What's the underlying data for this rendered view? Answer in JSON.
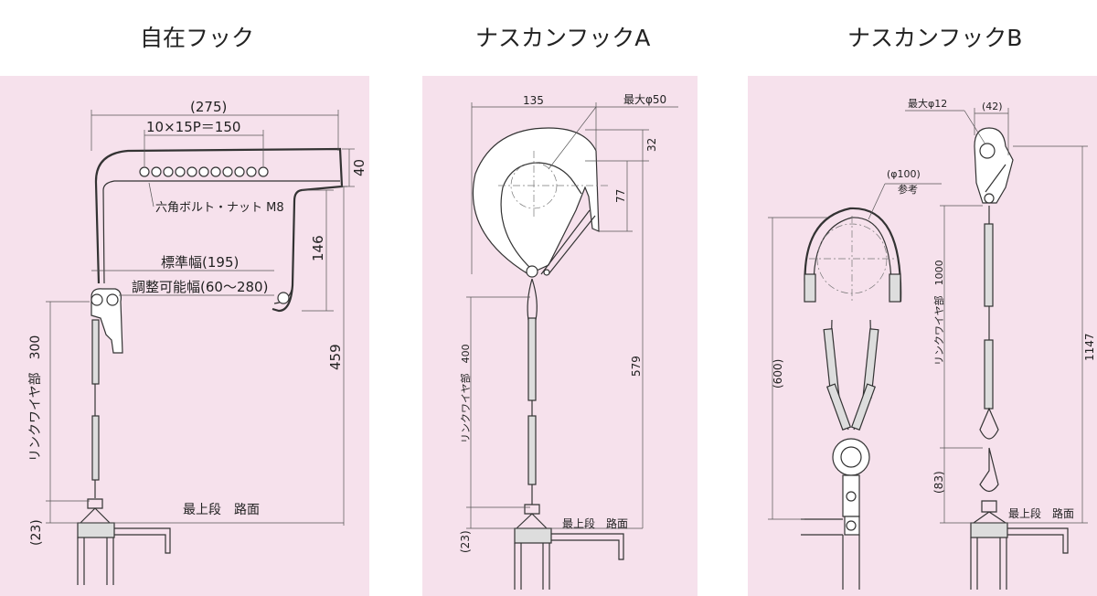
{
  "panels": [
    {
      "title": "自在フック",
      "labels": {
        "overall": "(275)",
        "pitch": "10×15P＝150",
        "h40": "40",
        "bolt": "六角ボルト・ナット M8",
        "h146": "146",
        "std_width": "標準幅(195)",
        "adj_width": "調整可能幅(60～280)",
        "h459": "459",
        "wire": "リンクワイヤ部　300",
        "top_level": "最上段　路面",
        "h23": "(23)"
      }
    },
    {
      "title": "ナスカンフックA",
      "labels": {
        "w135": "135",
        "max50": "最大φ50",
        "h32": "32",
        "h77": "77",
        "h579": "579",
        "wire": "リンクワイヤ部　400",
        "top_level": "最上段　路面",
        "h23": "(23)"
      }
    },
    {
      "title": "ナスカンフックB",
      "labels": {
        "max12": "最大φ12",
        "w42": "(42)",
        "d100": "(φ100)",
        "ref": "参考",
        "h600": "(600)",
        "wire": "リンクワイヤ部　1000",
        "h1147": "1147",
        "h83": "(83)",
        "top_level": "最上段　路面"
      }
    }
  ]
}
